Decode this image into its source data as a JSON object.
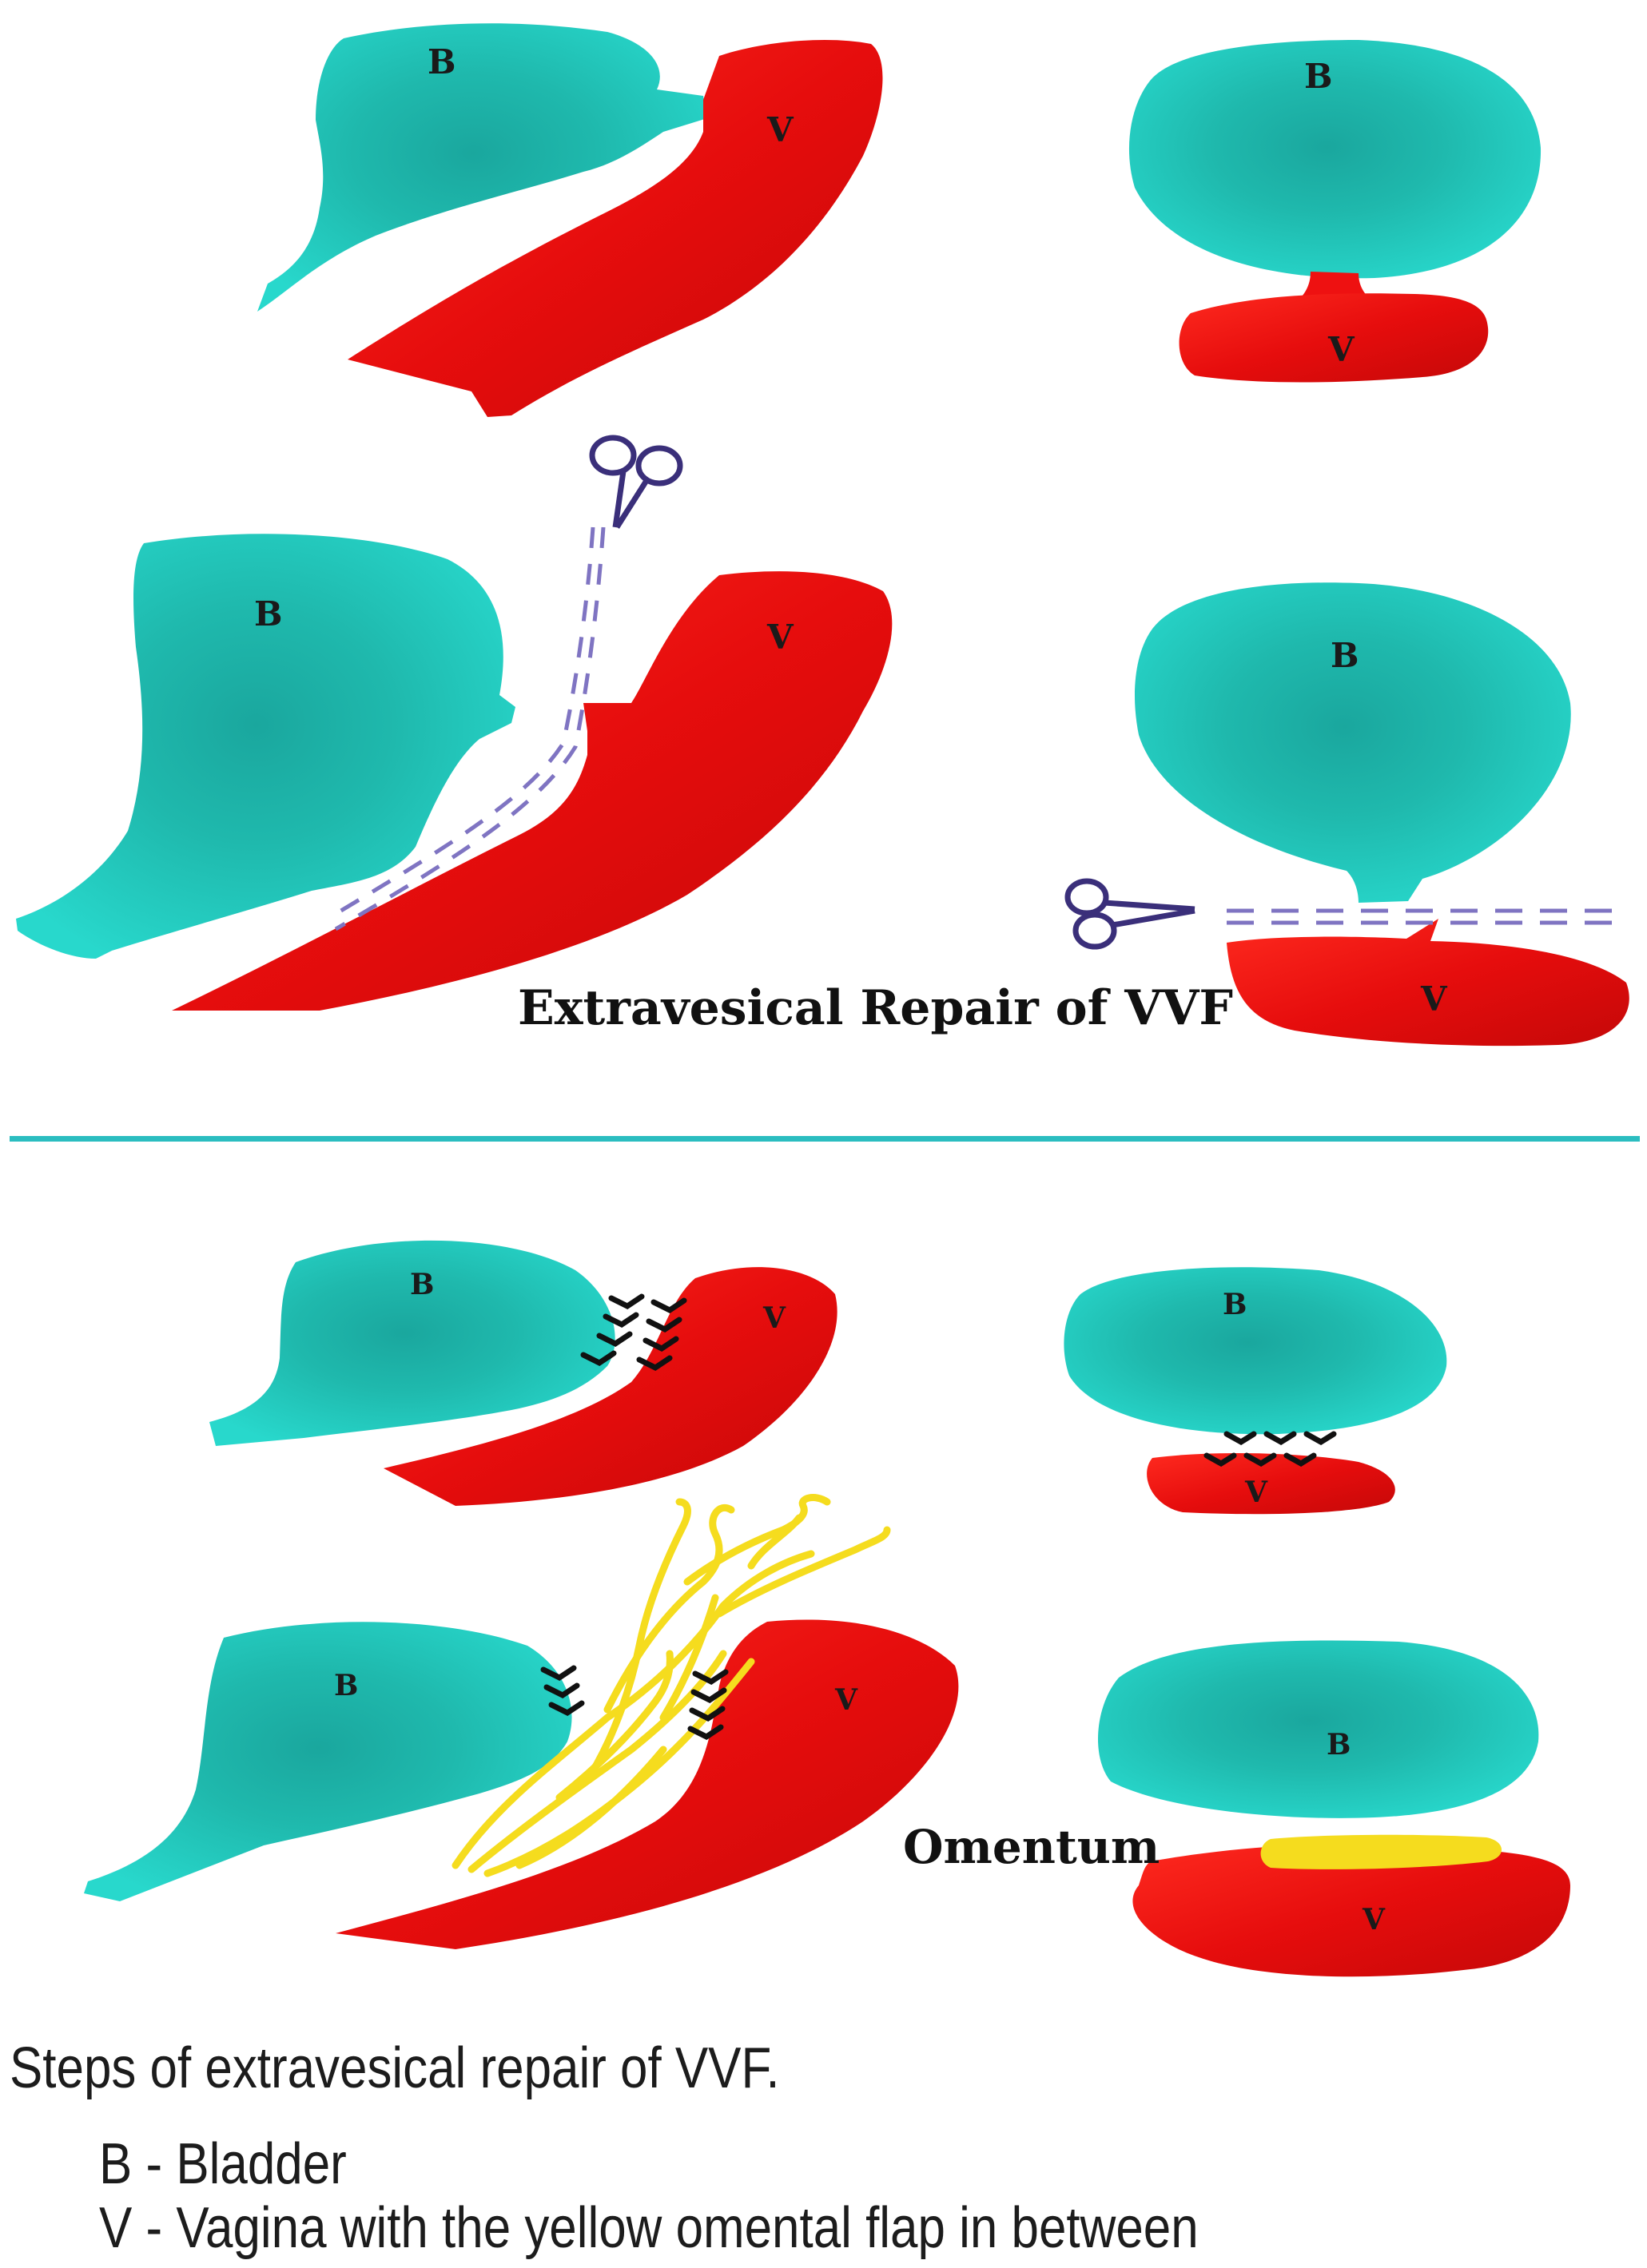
{
  "labels": {
    "bladder": "B",
    "vagina": "V"
  },
  "top_panel": {
    "title": "Extravesical Repair of VVF"
  },
  "bottom_panel": {
    "omentum_label": "Omentum"
  },
  "caption": {
    "text": "Steps of extravesical repair of VVF.",
    "legend": [
      "B - Bladder",
      "V - Vagina with the yellow omental flap in between"
    ]
  },
  "colors": {
    "bladder": "#1fc9bd",
    "vagina": "#ee1111",
    "omentum": "#f5dc1e",
    "divider": "#2bbdc0",
    "instrument": "#3a2f7a"
  }
}
